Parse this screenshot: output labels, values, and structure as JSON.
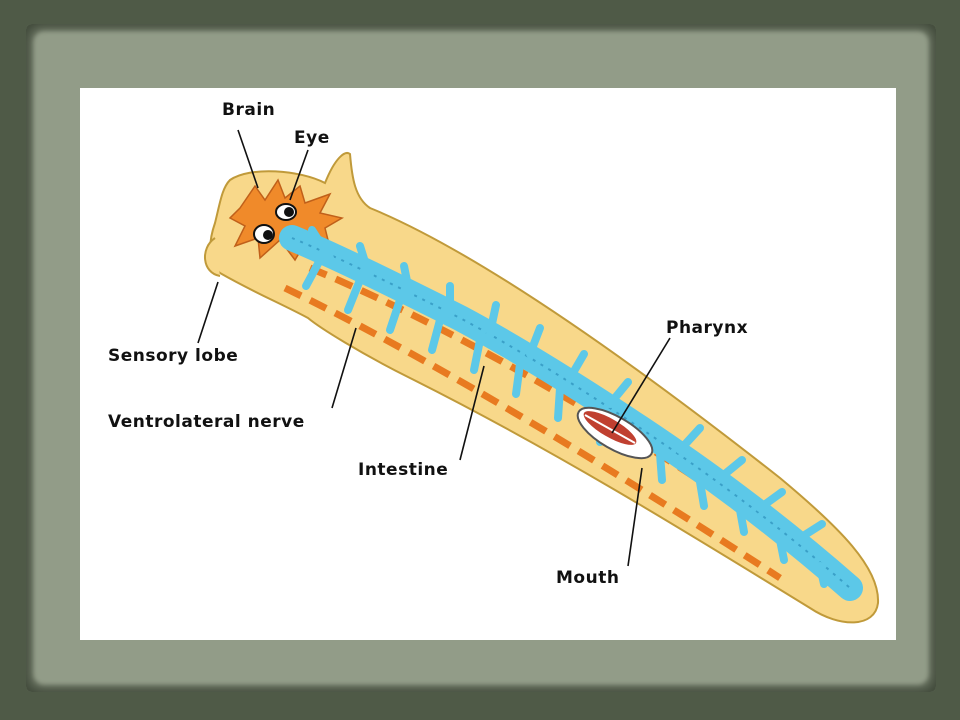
{
  "diagram": {
    "labels": {
      "brain": "Brain",
      "eye": "Eye",
      "sensory_lobe": "Sensory lobe",
      "ventrolateral_nerve": "Ventrolateral nerve",
      "intestine": "Intestine",
      "pharynx": "Pharynx",
      "mouth": "Mouth"
    },
    "colors": {
      "body": "#f8d88a",
      "body_outline": "#c09a3a",
      "brain": "#f08a2a",
      "nerve": "#e87a20",
      "intestine": "#5cc8e8",
      "pharynx": "#c04030",
      "background": "#4f5a47",
      "frame": "#8d9783"
    }
  }
}
